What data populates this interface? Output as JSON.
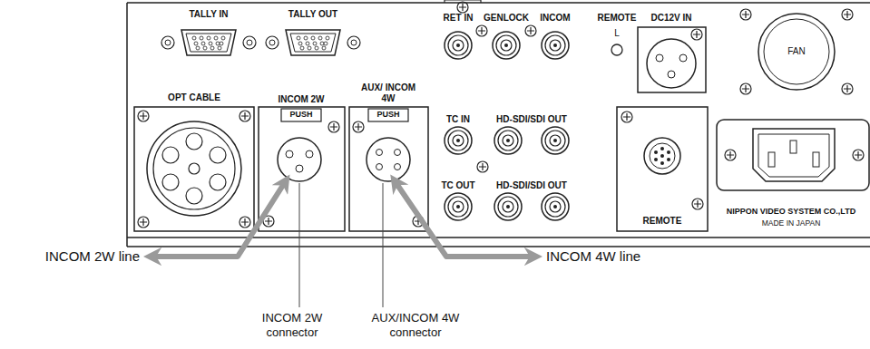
{
  "diagram": {
    "labels": [
      "TALLY IN",
      "TALLY OUT",
      "RET IN",
      "GENLOCK",
      "INCOM",
      "REMOTE",
      "L",
      "DC12V IN",
      "FAN",
      "OPT CABLE",
      "INCOM 2W",
      "PUSH",
      "AUX/ INCOM 4W",
      "PUSH",
      "TC IN",
      "HD-SDI/SDI OUT",
      "TC OUT",
      "HD-SDI/SDI OUT",
      "REMOTE",
      "NIPPON VIDEO SYSTEM CO.,LTD",
      "MADE IN JAPAN",
      "INCOM 2W line",
      "INCOM 4W line",
      "INCOM 2W connector",
      "AUX/INCOM 4W connector"
    ]
  }
}
